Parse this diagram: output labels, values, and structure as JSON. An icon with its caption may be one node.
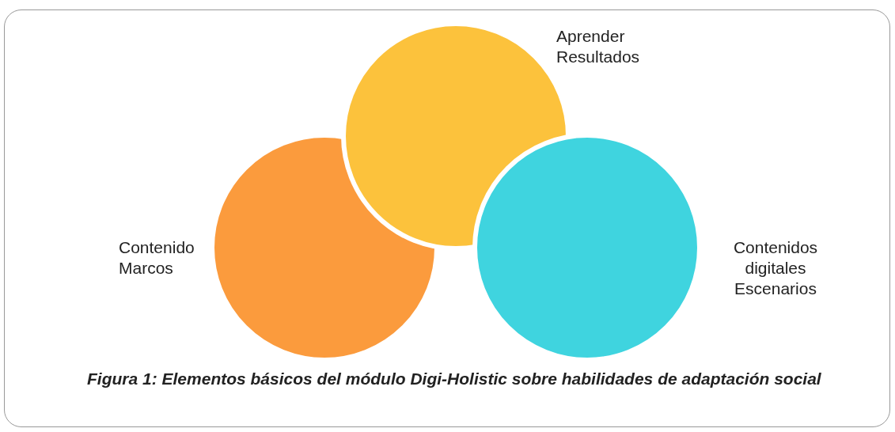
{
  "diagram": {
    "caption": "Figura 1: Elementos básicos del módulo Digi-Holistic sobre habilidades de adaptación social",
    "nodes": [
      {
        "text": [
          "Aprender Resultados"
        ]
      },
      {
        "text": [
          "Contenido Marcos"
        ]
      },
      {
        "text": [
          "Contenidos digitales Escenarios"
        ]
      }
    ],
    "edges": []
  }
}
